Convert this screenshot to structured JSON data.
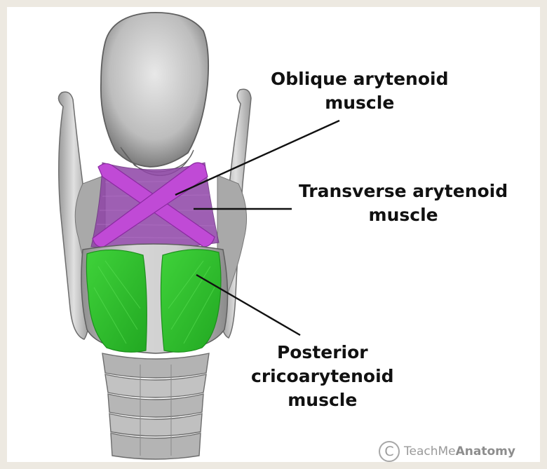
{
  "labels": {
    "oblique": [
      "Oblique arytenoid",
      "muscle"
    ],
    "transverse": [
      "Transverse arytenoid",
      "muscle"
    ],
    "posterior": [
      "Posterior",
      "cricoarytenoid",
      "muscle"
    ]
  },
  "credit": {
    "symbol": "C",
    "prefix": "TeachMe",
    "brand": "Anatomy"
  },
  "colors": {
    "frame": "#ede9e1",
    "cartilage": "#b9b9b9",
    "oblique_muscle": "#c04ad6",
    "transverse_muscle": "#8e44a6",
    "posterior_muscle": "#2fbf2c",
    "leader_line": "#111111"
  }
}
